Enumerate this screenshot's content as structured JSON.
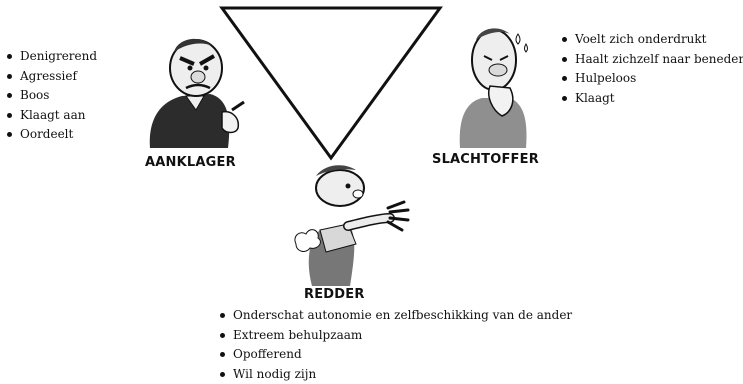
{
  "roles": {
    "aanklager": {
      "label": "AANKLAGER",
      "traits": [
        "Denigrerend",
        "Agressief",
        "Boos",
        "Klaagt aan",
        "Oordeelt"
      ]
    },
    "slachtoffer": {
      "label": "SLACHTOFFER",
      "traits": [
        "Voelt zich onderdrukt",
        "Haalt zichzelf naar beneden",
        "Hulpeloos",
        "Klaagt"
      ]
    },
    "redder": {
      "label": "REDDER",
      "traits": [
        "Onderschat autonomie en zelfbeschikking van de ander",
        "Extreem behulpzaam",
        "Opofferend",
        "Wil nodig zijn"
      ]
    }
  }
}
